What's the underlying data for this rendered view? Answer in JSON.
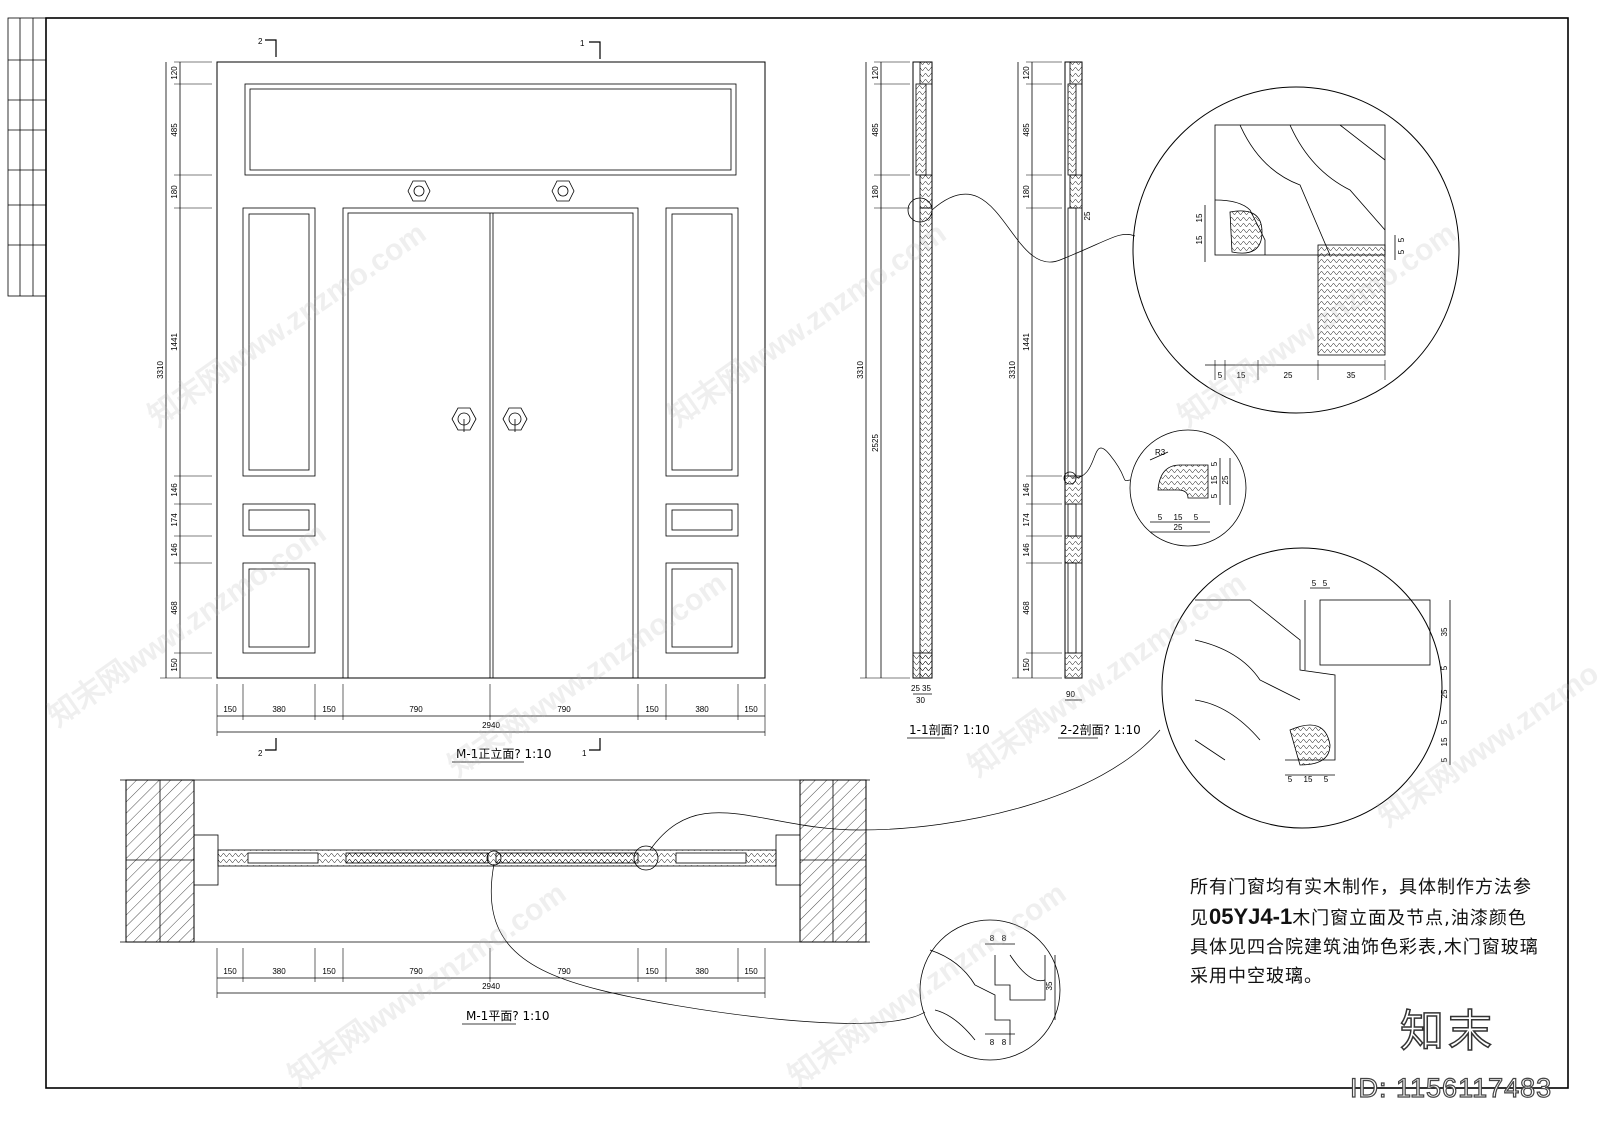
{
  "titles": {
    "front": "M-1正立面? 1:10",
    "sec1": "1-1剖面? 1:10",
    "sec2": "2-2剖面? 1:10",
    "plan": "M-1平面? 1:10"
  },
  "markers": {
    "s1": "1",
    "s2": "2"
  },
  "front_dims_bottom": [
    "150",
    "380",
    "150",
    "790",
    "790",
    "150",
    "380",
    "150"
  ],
  "total_width": "2940",
  "plan_dims": [
    "150",
    "380",
    "150",
    "790",
    "790",
    "150",
    "380",
    "150"
  ],
  "front_dims_left": [
    "120",
    "485",
    "180",
    "1441",
    "146",
    "174",
    "146",
    "468",
    "150"
  ],
  "total_height": "3310",
  "sec1_dims": [
    "120",
    "485",
    "180",
    "2525"
  ],
  "sec1_bottom": [
    "25",
    "35"
  ],
  "sec1_thick": "30",
  "sec2_dims": [
    "120",
    "485",
    "180",
    "1441",
    "146",
    "174",
    "146",
    "468",
    "150"
  ],
  "sec2_top": "25",
  "sec2_bottom": "90",
  "detail1": {
    "bottom": [
      "5",
      "15",
      "25",
      "35"
    ],
    "left": [
      "15",
      "15"
    ],
    "right": [
      "5",
      "5"
    ]
  },
  "detail2": {
    "bottom": [
      "5",
      "15",
      "5"
    ],
    "total": "25",
    "right": [
      "5",
      "15",
      "5",
      "25"
    ],
    "r": "R3"
  },
  "detail3": {
    "top": [
      "5",
      "5"
    ],
    "right": [
      "35",
      "5",
      "25",
      "5",
      "15",
      "5"
    ],
    "bottom": [
      "5",
      "15",
      "5"
    ]
  },
  "detail4": {
    "top": [
      "8",
      "8"
    ],
    "bottom": [
      "8",
      "8"
    ],
    "right": "35"
  },
  "note": {
    "l1": "所有门窗均有实木制作，具体制作方法参",
    "l2a": "见",
    "l2code": "05YJ4-1",
    "l2b": "木门窗立面及节点,油漆颜色",
    "l3": "具体见四合院建筑油饰色彩表,木门窗玻璃",
    "l4": "采用中空玻璃。"
  },
  "logo": "知末",
  "id_label": "ID: 1156117483",
  "watermark": "知末网www.znzmo.com"
}
